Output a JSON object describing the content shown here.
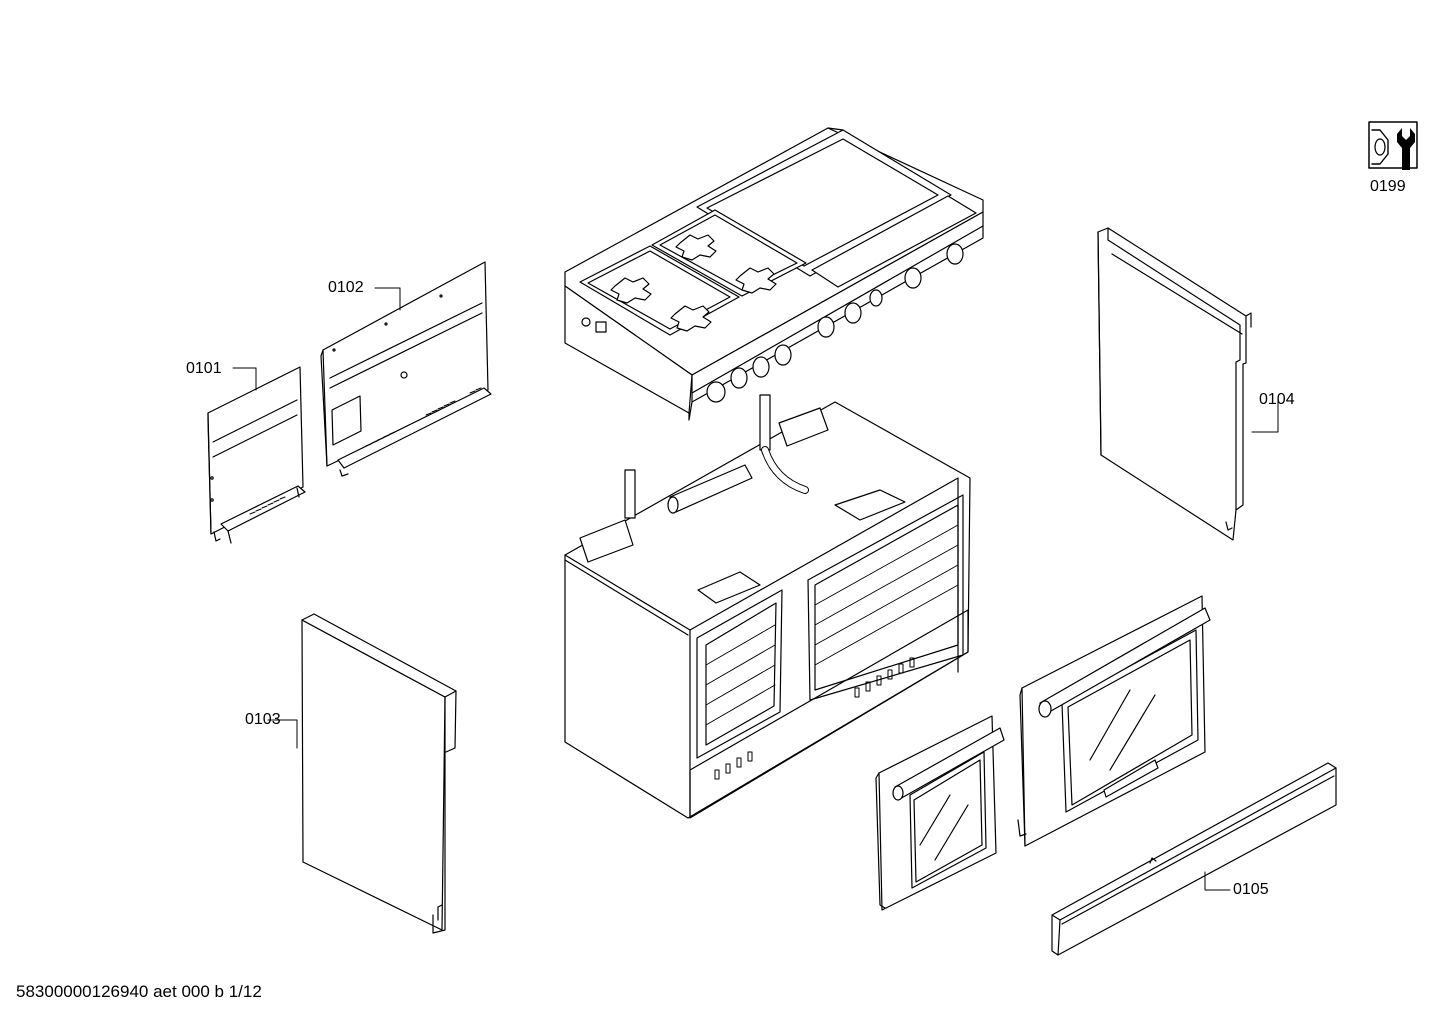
{
  "parts": {
    "p0101": "0101",
    "p0102": "0102",
    "p0103": "0103",
    "p0104": "0104",
    "p0105": "0105",
    "p0199": "0199"
  },
  "footer": {
    "document_id": "58300000126940 aet 000 b 1/12"
  },
  "colors": {
    "line": "#000000",
    "background": "#ffffff"
  },
  "icons": {
    "service_icon": "wrench-service-icon"
  }
}
